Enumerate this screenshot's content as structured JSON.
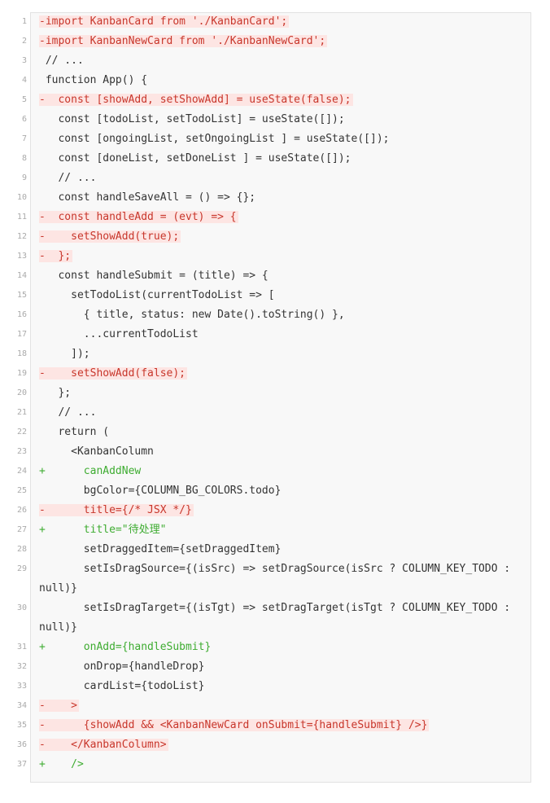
{
  "lines": [
    {
      "n": "1",
      "type": "removed",
      "text": "-import KanbanCard from './KanbanCard';"
    },
    {
      "n": "2",
      "type": "removed",
      "text": "-import KanbanNewCard from './KanbanNewCard';"
    },
    {
      "n": "3",
      "type": "context",
      "text": " // ..."
    },
    {
      "n": "4",
      "type": "context",
      "text": " function App() {"
    },
    {
      "n": "5",
      "type": "removed",
      "text": "-  const [showAdd, setShowAdd] = useState(false);"
    },
    {
      "n": "6",
      "type": "context",
      "text": "   const [todoList, setTodoList] = useState([]);"
    },
    {
      "n": "7",
      "type": "context",
      "text": "   const [ongoingList, setOngoingList ] = useState([]);"
    },
    {
      "n": "8",
      "type": "context",
      "text": "   const [doneList, setDoneList ] = useState([]);"
    },
    {
      "n": "9",
      "type": "context",
      "text": "   // ..."
    },
    {
      "n": "10",
      "type": "context",
      "text": "   const handleSaveAll = () => {};"
    },
    {
      "n": "11",
      "type": "removed",
      "text": "-  const handleAdd = (evt) => {"
    },
    {
      "n": "12",
      "type": "removed",
      "text": "-    setShowAdd(true);"
    },
    {
      "n": "13",
      "type": "removed",
      "text": "-  };"
    },
    {
      "n": "14",
      "type": "context",
      "text": "   const handleSubmit = (title) => {"
    },
    {
      "n": "15",
      "type": "context",
      "text": "     setTodoList(currentTodoList => ["
    },
    {
      "n": "16",
      "type": "context",
      "text": "       { title, status: new Date().toString() },"
    },
    {
      "n": "17",
      "type": "context",
      "text": "       ...currentTodoList"
    },
    {
      "n": "18",
      "type": "context",
      "text": "     ]);"
    },
    {
      "n": "19",
      "type": "removed",
      "text": "-    setShowAdd(false);"
    },
    {
      "n": "20",
      "type": "context",
      "text": "   };"
    },
    {
      "n": "21",
      "type": "context",
      "text": "   // ..."
    },
    {
      "n": "22",
      "type": "context",
      "text": "   return ("
    },
    {
      "n": "23",
      "type": "context",
      "text": "     <KanbanColumn"
    },
    {
      "n": "24",
      "type": "added",
      "text": "+      canAddNew"
    },
    {
      "n": "25",
      "type": "context",
      "text": "       bgColor={COLUMN_BG_COLORS.todo}"
    },
    {
      "n": "26",
      "type": "removed",
      "text": "-      title={/* JSX */}"
    },
    {
      "n": "27",
      "type": "added",
      "text": "+      title=\"待处理\""
    },
    {
      "n": "28",
      "type": "context",
      "text": "       setDraggedItem={setDraggedItem}"
    },
    {
      "n": "29",
      "type": "context",
      "text": "       setIsDragSource={(isSrc) => setDragSource(isSrc ? COLUMN_KEY_TODO :"
    },
    {
      "n": "",
      "type": "context",
      "text": "null)}"
    },
    {
      "n": "30",
      "type": "context",
      "text": "       setIsDragTarget={(isTgt) => setDragTarget(isTgt ? COLUMN_KEY_TODO :"
    },
    {
      "n": "",
      "type": "context",
      "text": "null)}"
    },
    {
      "n": "31",
      "type": "added",
      "text": "+      onAdd={handleSubmit}"
    },
    {
      "n": "32",
      "type": "context",
      "text": "       onDrop={handleDrop}"
    },
    {
      "n": "33",
      "type": "context",
      "text": "       cardList={todoList}"
    },
    {
      "n": "34",
      "type": "removed",
      "text": "-    >"
    },
    {
      "n": "35",
      "type": "removed",
      "text": "-      {showAdd && <KanbanNewCard onSubmit={handleSubmit} />}"
    },
    {
      "n": "36",
      "type": "removed",
      "text": "-    </KanbanColumn>"
    },
    {
      "n": "37",
      "type": "added",
      "text": "+    />"
    }
  ]
}
